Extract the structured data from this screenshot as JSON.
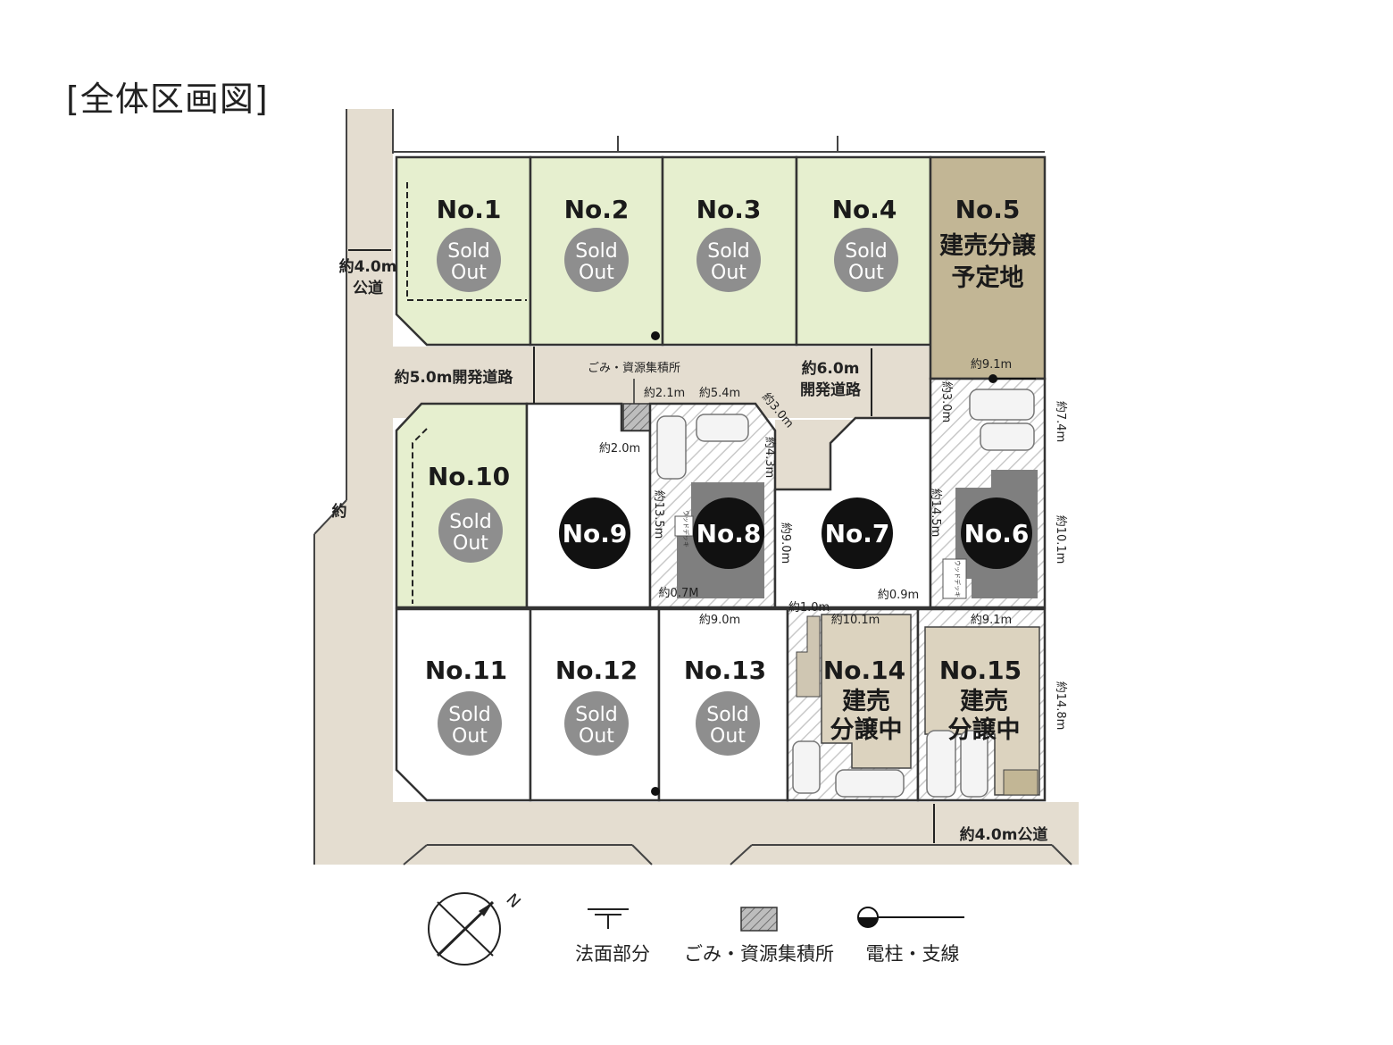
{
  "title": "[全体区画図]",
  "lots": {
    "no1": {
      "label": "No.1",
      "status": [
        "Sold",
        "Out"
      ]
    },
    "no2": {
      "label": "No.2",
      "status": [
        "Sold",
        "Out"
      ]
    },
    "no3": {
      "label": "No.3",
      "status": [
        "Sold",
        "Out"
      ]
    },
    "no4": {
      "label": "No.4",
      "status": [
        "Sold",
        "Out"
      ]
    },
    "no5": {
      "label": "No.5",
      "status": [
        "建売分譲",
        "予定地"
      ]
    },
    "no6": {
      "label": "No.6"
    },
    "no7": {
      "label": "No.7"
    },
    "no8": {
      "label": "No.8"
    },
    "no9": {
      "label": "No.9"
    },
    "no10": {
      "label": "No.10",
      "status": [
        "Sold",
        "Out"
      ]
    },
    "no11": {
      "label": "No.11",
      "status": [
        "Sold",
        "Out"
      ]
    },
    "no12": {
      "label": "No.12",
      "status": [
        "Sold",
        "Out"
      ]
    },
    "no13": {
      "label": "No.13",
      "status": [
        "Sold",
        "Out"
      ]
    },
    "no14": {
      "label": "No.14",
      "status": [
        "建売",
        "分譲中"
      ]
    },
    "no15": {
      "label": "No.15",
      "status": [
        "建売",
        "分譲中"
      ]
    }
  },
  "roads": {
    "west": [
      "約4.0m",
      "公道"
    ],
    "dev_west": "約5.0m開発道路",
    "dev_center": [
      "約6.0m",
      "開発道路"
    ],
    "south": "約4.0m公道",
    "west_side_char": "約"
  },
  "facility": {
    "garbage": "ごみ・資源集積所"
  },
  "dimensions": {
    "d_2_1": "約2.1m",
    "d_5_4": "約5.4m",
    "d_3_0_diag": "約3.0m",
    "d_2_0": "約2.0m",
    "d_4_3": "約4.3m",
    "d_13_5": "約13.5m",
    "d_9_0_v": "約9.0m",
    "d_0_7": "約0.7M",
    "d_9_0_h": "約9.0m",
    "d_1_0": "約1.0m",
    "d_0_9": "約0.9m",
    "d_14_5": "約14.5m",
    "d_9_1_top": "約9.1m",
    "d_3_0_v": "約3.0m",
    "d_7_4": "約7.4m",
    "d_10_1_v": "約10.1m",
    "d_10_1_h": "約10.1m",
    "d_9_1_bottom": "約9.1m",
    "d_14_8": "約14.8m"
  },
  "deck_label": "ウッドデッキ",
  "legend": {
    "compass": "N",
    "slope": "法面部分",
    "garbage": "ごみ・資源集積所",
    "pole": "電柱・支線"
  },
  "colors": {
    "road": "#e4ddd0",
    "sold_lot": "#e6efcf",
    "planned_lot": "#c2b695",
    "house": "#7f7f7f",
    "sold_badge": "#8e8e8e",
    "available_badge": "#111111",
    "for_sale_lot": "#dcd3bf"
  }
}
